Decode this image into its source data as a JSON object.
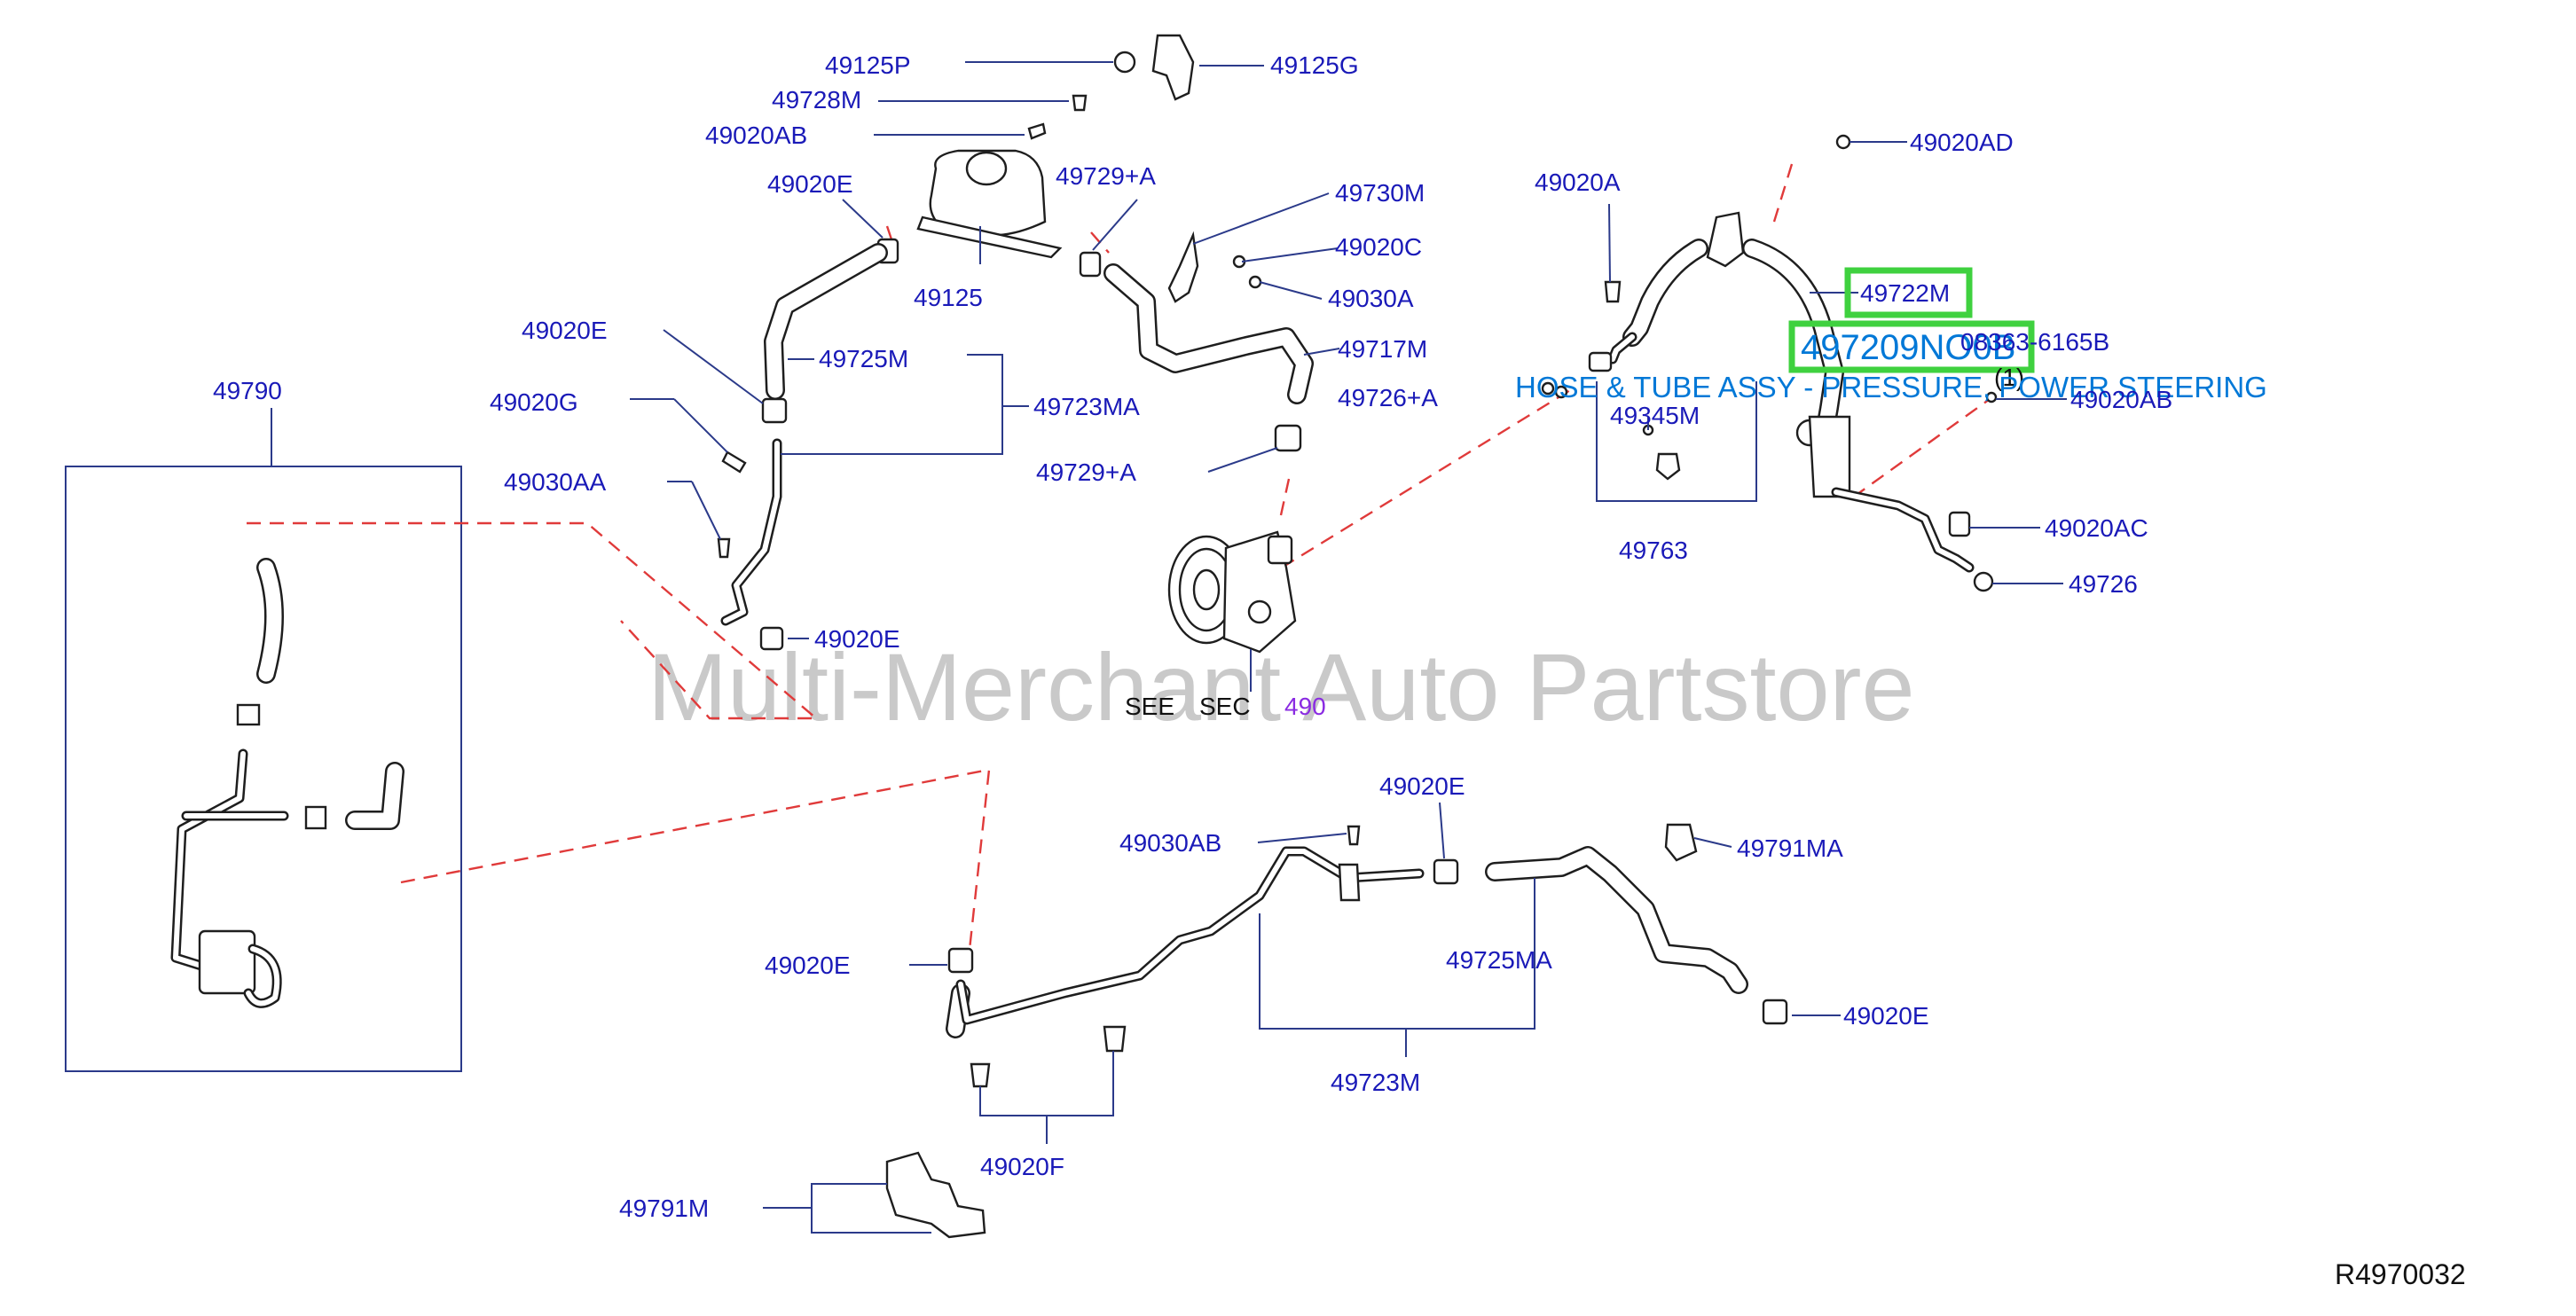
{
  "diagram": {
    "labels": {
      "l49125P": "49125P",
      "l49125G": "49125G",
      "l49728M": "49728M",
      "l49020AB_top": "49020AB",
      "l49020E_a": "49020E",
      "l49729A_top": "49729+A",
      "l49730M": "49730M",
      "l49020C": "49020C",
      "l49125": "49125",
      "l49030A": "49030A",
      "l49020E_b": "49020E",
      "l49725M": "49725M",
      "l49717M": "49717M",
      "l49723MA": "49723MA",
      "l49726A": "49726+A",
      "l49020G": "49020G",
      "l49729A_bot": "49729+A",
      "l49030AA": "49030AA",
      "l49020E_c": "49020E",
      "l49790": "49790",
      "l49020A": "49020A",
      "l49020AD": "49020AD",
      "l49722M": "49722M",
      "l49720": "497209NO0B",
      "l08363": "08363-6165B",
      "l_one": "(1)",
      "l49020AB_right": "49020AB",
      "l49345M": "49345M",
      "l49763": "49763",
      "l49020AC": "49020AC",
      "l49726": "49726",
      "see": "SEE",
      "sec": "SEC",
      "sec_ref": "490",
      "l49020E_d": "49020E",
      "l49030AB": "49030AB",
      "l49791MA": "49791MA",
      "l49725MA": "49725MA",
      "l49020E_e": "49020E",
      "l49020E_f": "49020E",
      "l49723M": "49723M",
      "l49020F": "49020F",
      "l49791M": "49791M"
    },
    "highlight_description": "HOSE & TUBE ASSY - PRESSURE, POWER STEERING",
    "watermark": "Multi-Merchant Auto Partstore",
    "drawing_ref": "R4970032",
    "colors": {
      "label": "#1a1ab8",
      "highlight": "#3fd13f",
      "description": "#0078d7",
      "dashed_line": "#e03a3a",
      "watermark": "#c9c9c9"
    }
  }
}
